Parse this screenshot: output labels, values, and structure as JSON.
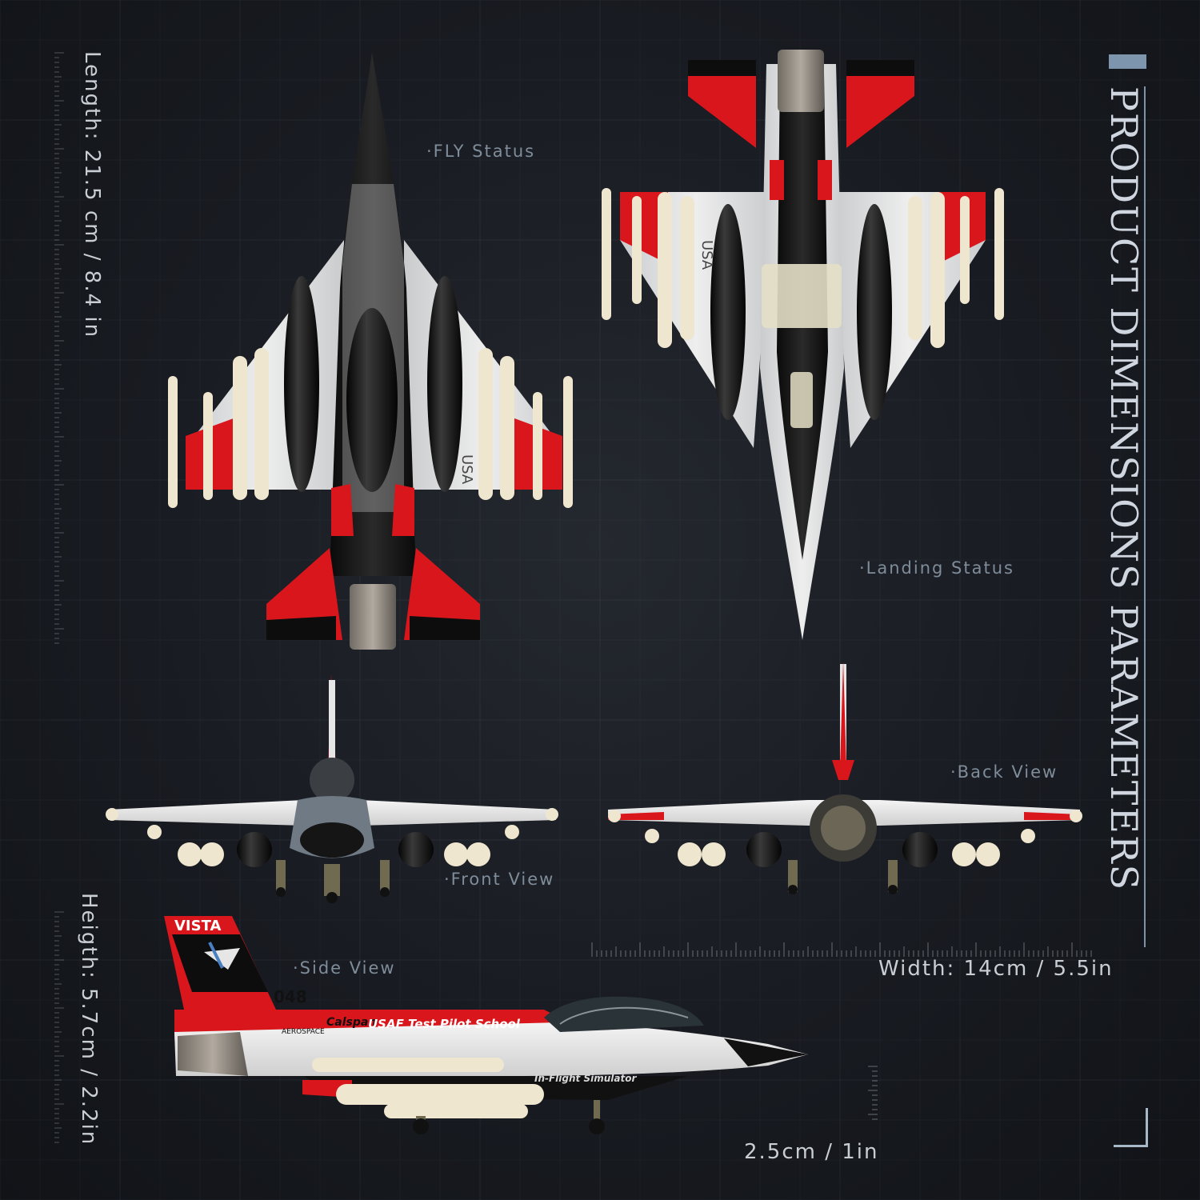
{
  "header": {
    "title": "PRODUCT DIMENSIONS PARAMETERS"
  },
  "dimensions": {
    "length": "Length: 21.5 cm / 8.4 in",
    "width": "Width: 14cm / 5.5in",
    "height": "Heigth: 5.7cm / 2.2in",
    "gear": "2.5cm / 1in"
  },
  "views": {
    "fly": "·FLY Status",
    "landing": "·Landing Status",
    "front": "·Front View",
    "back": "·Back View",
    "side": "·Side View"
  },
  "markings": {
    "tail_name": "VISTA",
    "serial": "048",
    "unit": "USAF Test Pilot School",
    "maker": "Calspan",
    "maker_sub": "AEROSPACE",
    "role": "In-Flight Simulator",
    "nation": "USA"
  },
  "colors": {
    "background": "#14161b",
    "accent_red": "#d8161c",
    "body_black": "#131313",
    "body_white": "#e9eaea",
    "missile": "#efe6cf",
    "label": "#7f8c9a",
    "title": "#cfd6df"
  }
}
